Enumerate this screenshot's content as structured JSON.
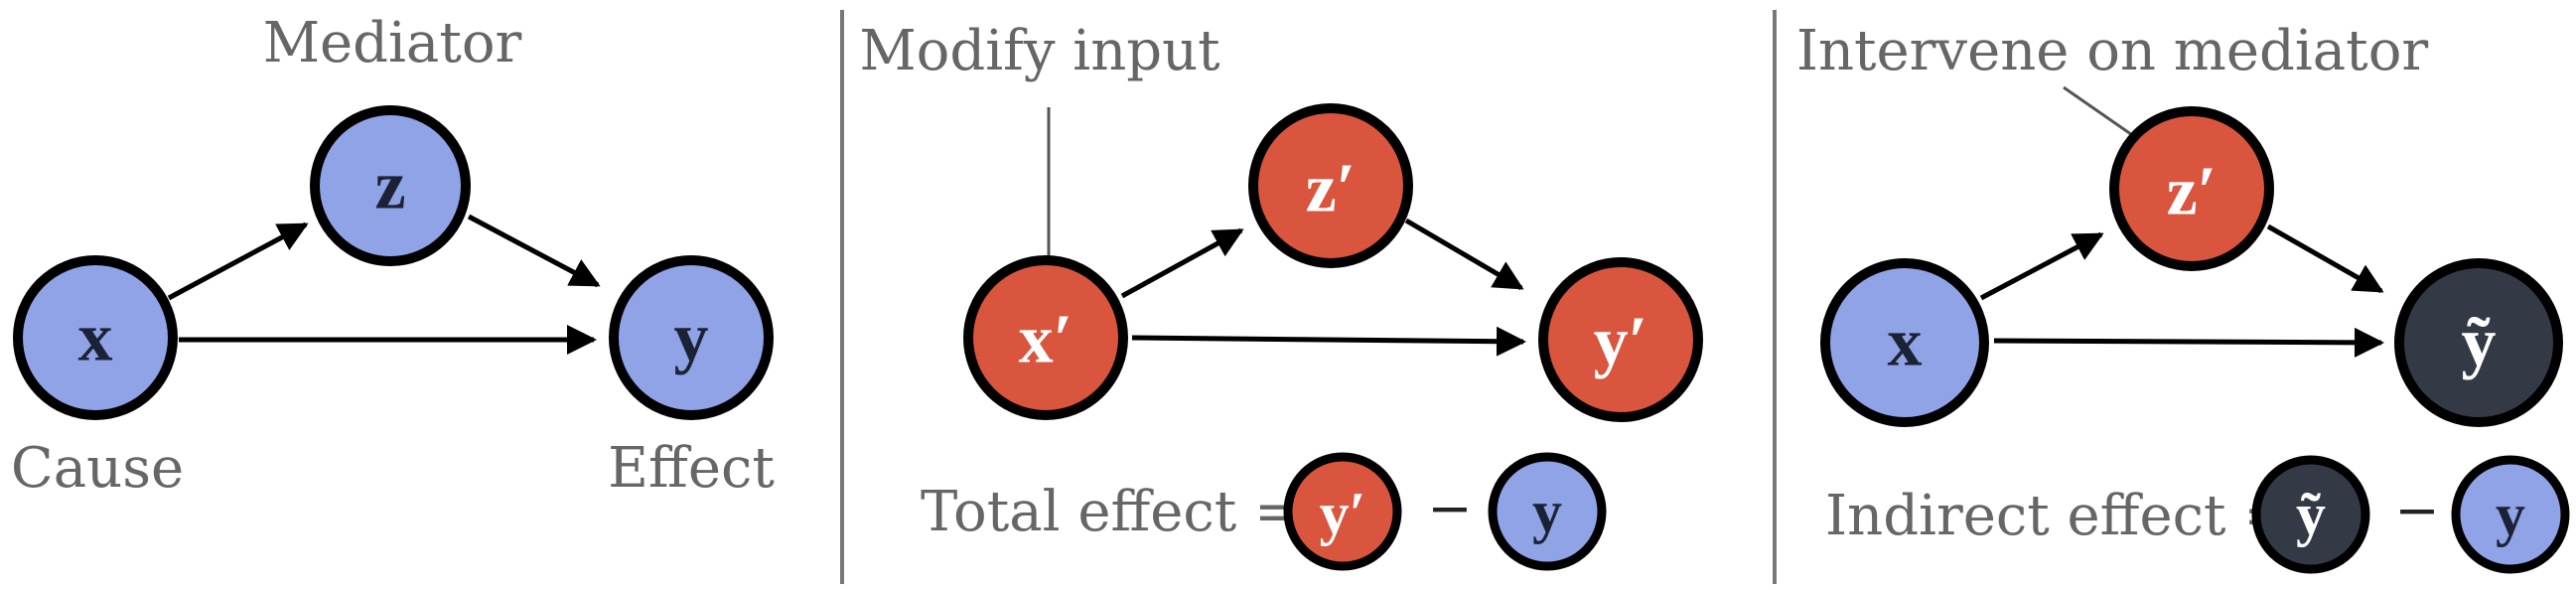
{
  "colors": {
    "cause_fill": "#8fa3e6",
    "intervened_fill": "#d9553d",
    "result_fill": "#343a45",
    "stroke": "#000000",
    "label_text": "#666666"
  },
  "panel1": {
    "mediator_label": "Mediator",
    "cause_label": "Cause",
    "effect_label": "Effect",
    "node_x": "x",
    "node_z": "z",
    "node_y": "y"
  },
  "panel2": {
    "annotation": "Modify input",
    "node_x": "x′",
    "node_z": "z′",
    "node_y": "y′",
    "formula_label": "Total effect =",
    "formula_term1": "y′",
    "formula_minus": "−",
    "formula_term2": "y"
  },
  "panel3": {
    "annotation": "Intervene on mediator",
    "node_x": "x",
    "node_z": "z′",
    "node_y": "ỹ",
    "formula_label": "Indirect effect =",
    "formula_term1": "ỹ",
    "formula_minus": "−",
    "formula_term2": "y"
  }
}
